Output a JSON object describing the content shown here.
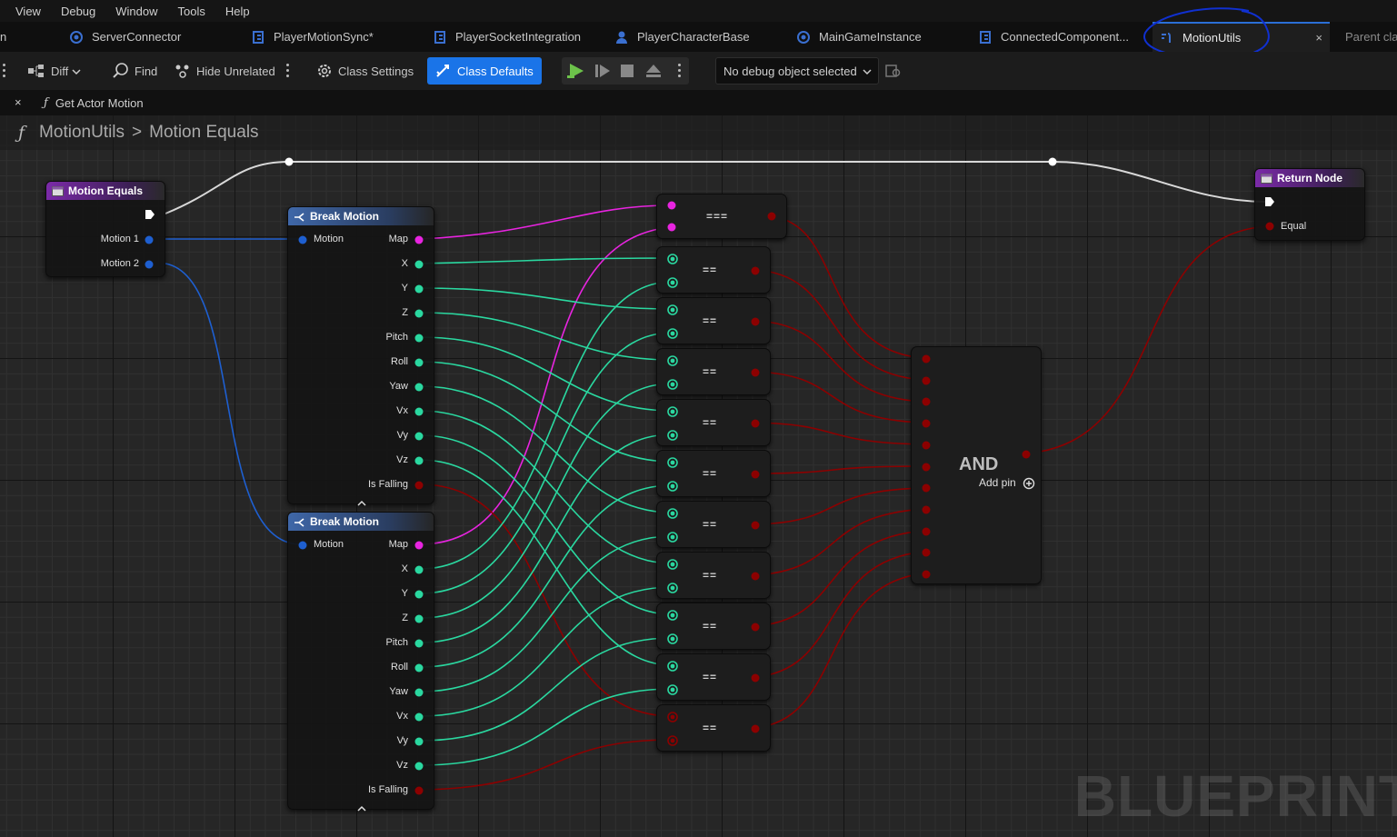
{
  "menu": [
    "View",
    "Debug",
    "Window",
    "Tools",
    "Help"
  ],
  "tabs": {
    "partial_left": "n",
    "items": [
      "ServerConnector",
      "PlayerMotionSync*",
      "PlayerSocketIntegration",
      "PlayerCharacterBase",
      "MainGameInstance",
      "ConnectedComponent...",
      "MotionUtils"
    ],
    "active": "MotionUtils",
    "close": "×",
    "parent_partial": "Parent cla"
  },
  "toolbar": {
    "diff": "Diff",
    "find": "Find",
    "hide_unrelated": "Hide Unrelated",
    "class_settings": "Class Settings",
    "class_defaults": "Class Defaults",
    "debug_object": "No debug object selected"
  },
  "doc_tab": {
    "close": "×",
    "label": "Get Actor Motion"
  },
  "breadcrumb": {
    "root": "MotionUtils",
    "sep": ">",
    "current": "Motion Equals"
  },
  "nodes": {
    "entry": {
      "title": "Motion Equals",
      "pins": [
        "Motion 1",
        "Motion 2"
      ]
    },
    "break1": {
      "title": "Break Motion",
      "input": "Motion",
      "outputs": [
        "Map",
        "X",
        "Y",
        "Z",
        "Pitch",
        "Roll",
        "Yaw",
        "Vx",
        "Vy",
        "Vz",
        "Is Falling"
      ]
    },
    "break2": {
      "title": "Break Motion",
      "input": "Motion",
      "outputs": [
        "Map",
        "X",
        "Y",
        "Z",
        "Pitch",
        "Roll",
        "Yaw",
        "Vx",
        "Vy",
        "Vz",
        "Is Falling"
      ]
    },
    "map_equal": {
      "label": "==="
    },
    "equal": {
      "label": "=="
    },
    "and": {
      "title": "AND",
      "add_pin": "Add pin"
    },
    "return": {
      "title": "Return Node",
      "pin": "Equal"
    }
  },
  "watermark": "BLUEPRINT",
  "colors": {
    "map_pin": "#e824e0",
    "float_pin": "#2ad8a0",
    "bool_pin": "#8c0000",
    "struct_pin": "#1e5fd0",
    "exec_wire": "#d8d8d8",
    "active_tab_accent": "#2b6fd6",
    "class_defaults_bg": "#1a74e8",
    "annotation": "#1030d0"
  }
}
